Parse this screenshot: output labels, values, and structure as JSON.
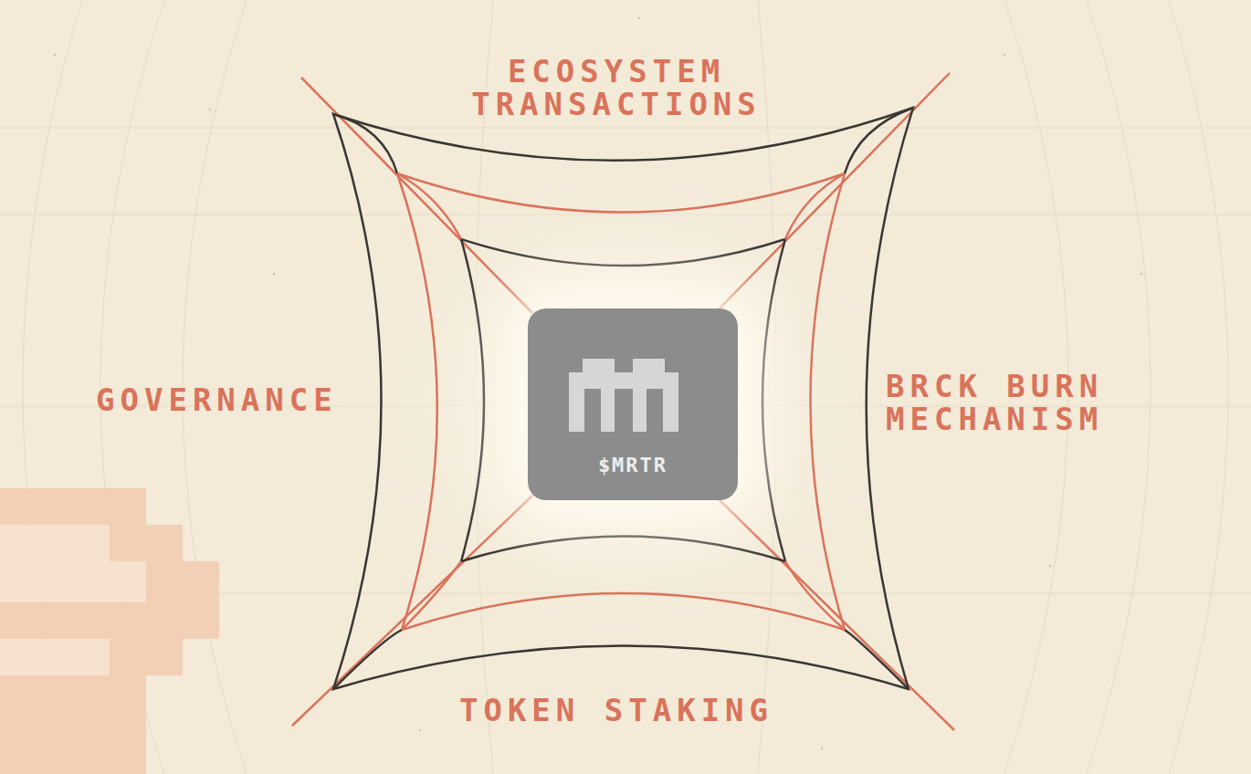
{
  "diagram": {
    "nodes": [
      {
        "text": [
          "$MRTR"
        ]
      }
    ],
    "labels": [
      "ECOSYSTEM TRANSACTIONS",
      "GOVERNANCE",
      "BRCK BURN MECHANISM",
      "TOKEN STAKING"
    ]
  }
}
